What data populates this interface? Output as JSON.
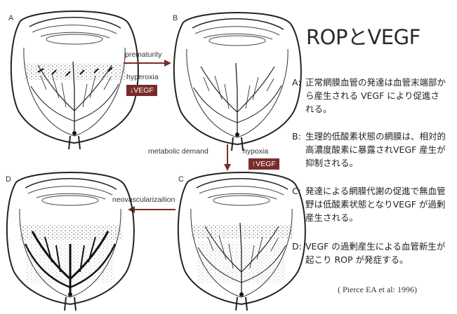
{
  "title": "ROPとVEGF",
  "panels": {
    "a": {
      "label": "A"
    },
    "b": {
      "label": "B"
    },
    "c": {
      "label": "C"
    },
    "d": {
      "label": "D"
    }
  },
  "arrows": {
    "a_to_b": {
      "label": "prematurity",
      "sub": "hyperoxia",
      "badge": "↓VEGF"
    },
    "b_to_c": {
      "label": "metabolic demand",
      "sub": "hypoxia",
      "badge": "↑VEGF"
    },
    "c_to_d": {
      "label": "neovascularizаition"
    }
  },
  "notes": [
    {
      "key": "A:",
      "text": "正常網膜血管の発達は血管末端部から産生される VEGF により促進される。"
    },
    {
      "key": "B:",
      "text": "生理的低酸素状態の網膜は、相対的高濃度酸素に暴露されVEGF 産生が抑制される。"
    },
    {
      "key": "C:",
      "text": "発達による網膜代謝の促進で無血管野は低酸素状態となりVEGF が過剰産生される。"
    },
    {
      "key": "D:",
      "text": "VEGF の過剰産生による血管新生が起こり ROP が発症する。"
    }
  ],
  "citation": "( Pierce EA et al: 1996)",
  "colors": {
    "arrow": "#7a2c2c",
    "badge_bg": "#7a2c2c",
    "ink": "#222222"
  }
}
